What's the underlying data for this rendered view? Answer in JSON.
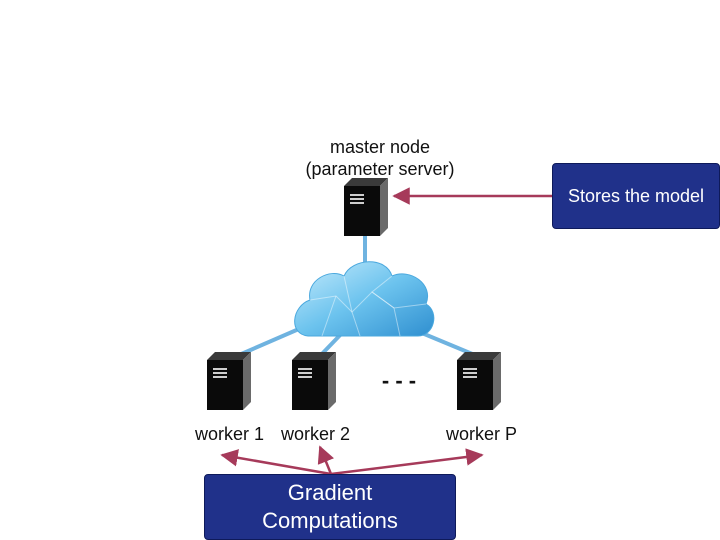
{
  "master": {
    "line1": "master node",
    "line2": "(parameter server)"
  },
  "workers": [
    {
      "label": "worker 1"
    },
    {
      "label": "worker 2"
    },
    {
      "label": "worker P"
    }
  ],
  "ellipsis": "- - -",
  "callouts": {
    "model": "Stores the model",
    "gradient_line1": "Gradient",
    "gradient_line2": "Computations"
  },
  "colors": {
    "arrow": "#a63a5a",
    "link": "#6fb3e0",
    "callout_fill": "#20318a",
    "cloud_light": "#aee0fa",
    "cloud_dark": "#3a9fd9"
  }
}
